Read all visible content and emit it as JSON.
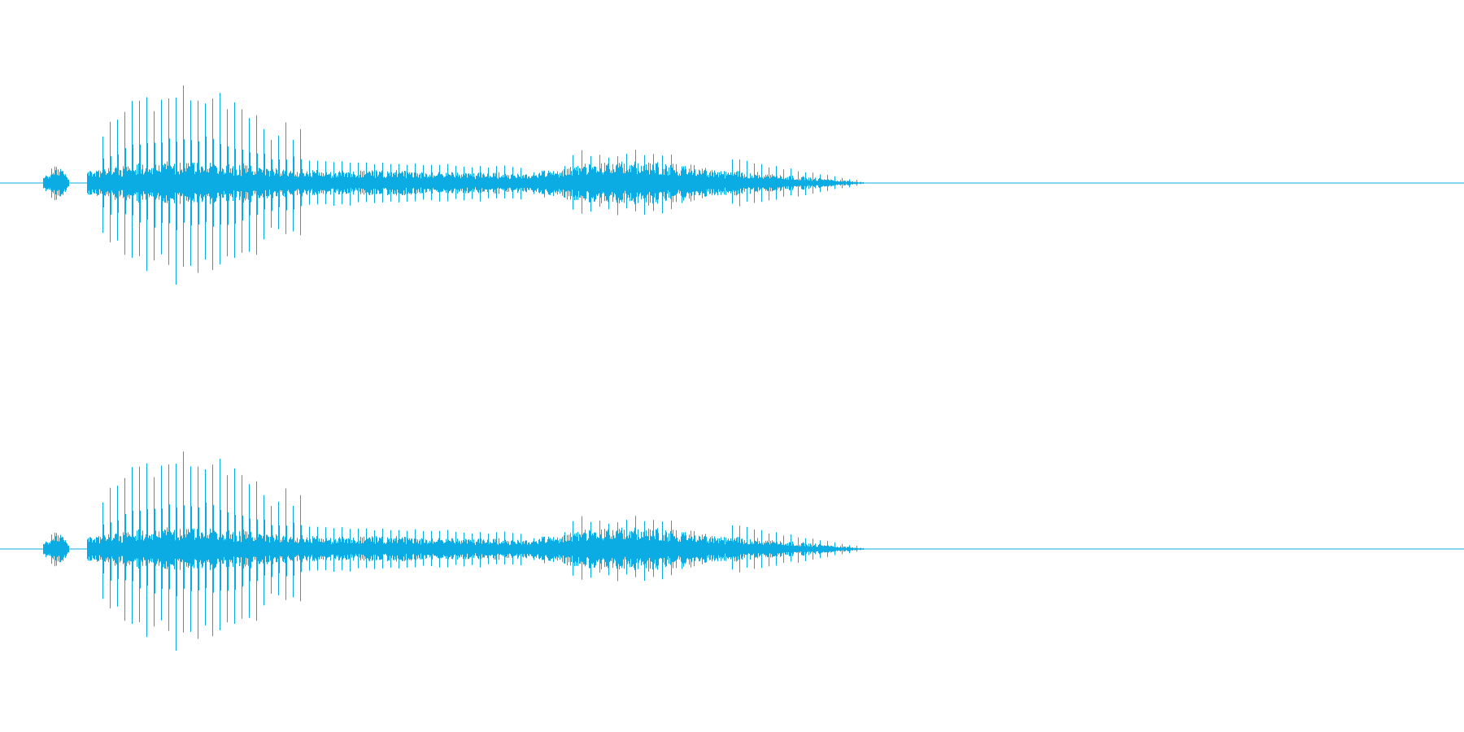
{
  "waveform": {
    "color": "#0aace3",
    "background": "#ffffff",
    "channel_count": 2,
    "channels": [
      {
        "name": "channel-1"
      },
      {
        "name": "channel-2"
      }
    ],
    "envelope": {
      "description_free": true,
      "segments": [
        {
          "start": 0.029,
          "end": 0.047,
          "peak": 0.18
        },
        {
          "start": 0.059,
          "end": 0.205,
          "peak": 0.98
        },
        {
          "start": 0.205,
          "end": 0.36,
          "peak": 0.2
        },
        {
          "start": 0.36,
          "end": 0.49,
          "peak": 0.45
        },
        {
          "start": 0.49,
          "end": 0.59,
          "peak": 0.14
        }
      ]
    }
  }
}
